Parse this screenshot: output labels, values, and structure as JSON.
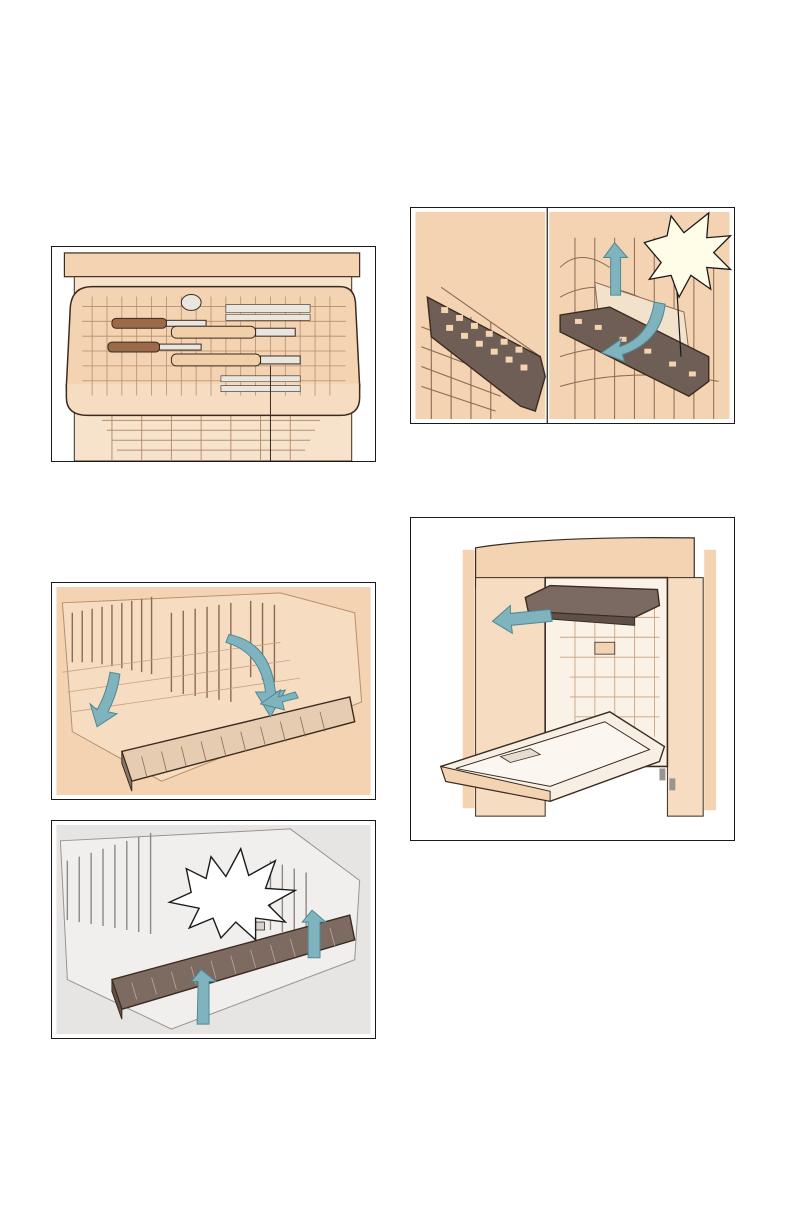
{
  "page": {
    "figures": [
      {
        "id": "cutlery-drawer-full"
      },
      {
        "id": "insert-rack-down"
      },
      {
        "id": "insert-rack-snap"
      },
      {
        "id": "rack-clip-remove"
      },
      {
        "id": "drawer-pull-out"
      }
    ]
  },
  "colors": {
    "tan": "#f3d3b1",
    "tan_dark": "#c9a37f",
    "outline": "#3b2a1f",
    "wire": "#b58f6e",
    "arrow": "#7fb4bf",
    "insert_dark": "#6e5e55",
    "panel_bg_grey": "#e7e5e4"
  }
}
